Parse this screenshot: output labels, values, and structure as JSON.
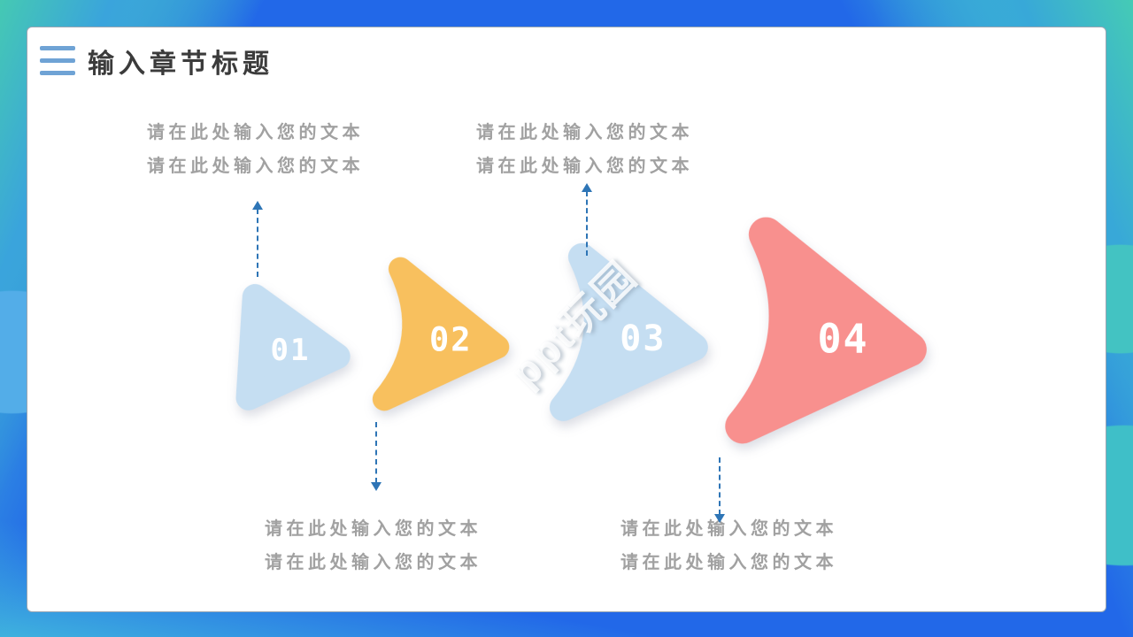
{
  "slide": {
    "title": "输入章节标题",
    "watermark": "ppt玩园"
  },
  "text_blocks": {
    "top_left": {
      "line1": "请在此处输入您的文本",
      "line2": "请在此处输入您的文本"
    },
    "top_right": {
      "line1": "请在此处输入您的文本",
      "line2": "请在此处输入您的文本"
    },
    "bottom_left": {
      "line1": "请在此处输入您的文本",
      "line2": "请在此处输入您的文本"
    },
    "bottom_right": {
      "line1": "请在此处输入您的文本",
      "line2": "请在此处输入您的文本"
    }
  },
  "steps": [
    {
      "number": "01",
      "shape_color": "#C5DEF2",
      "number_color": "#FFFFFF"
    },
    {
      "number": "02",
      "shape_color": "#F8C05E",
      "number_color": "#FFFFFF"
    },
    {
      "number": "03",
      "shape_color": "#C5DEF2",
      "number_color": "#FFFFFF"
    },
    {
      "number": "04",
      "shape_color": "#F8908E",
      "number_color": "#FFFFFF"
    }
  ],
  "colors": {
    "background_blue": "#2268E8",
    "background_teal": "#45C9B3",
    "background_light_blue": "#53ADE8",
    "card_background": "#FFFFFF",
    "card_border": "#97A5B3",
    "title_text": "#3B3B3B",
    "placeholder_text": "#A1A1A1",
    "arrow_blue": "#2E75B6",
    "hamburger_icon": "#6FA3D5"
  }
}
